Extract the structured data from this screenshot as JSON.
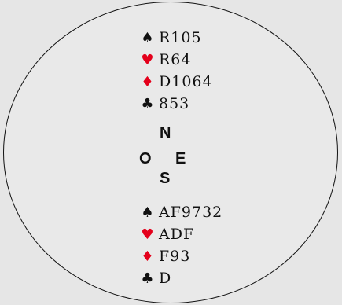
{
  "north": {
    "spades": "R105",
    "hearts": "R64",
    "diamonds": "D1064",
    "clubs": "853"
  },
  "south": {
    "spades": "AF9732",
    "hearts": "ADF",
    "diamonds": "F93",
    "clubs": "D"
  },
  "compass": {
    "n": "N",
    "o": "O",
    "e": "E",
    "s": "S"
  },
  "suits": {
    "spades": "♠",
    "hearts": "♥",
    "diamonds": "♦",
    "clubs": "♣"
  },
  "colors": {
    "red_suit": "#e4001b",
    "black_suit": "#111111",
    "table": "#e9e9e9"
  }
}
